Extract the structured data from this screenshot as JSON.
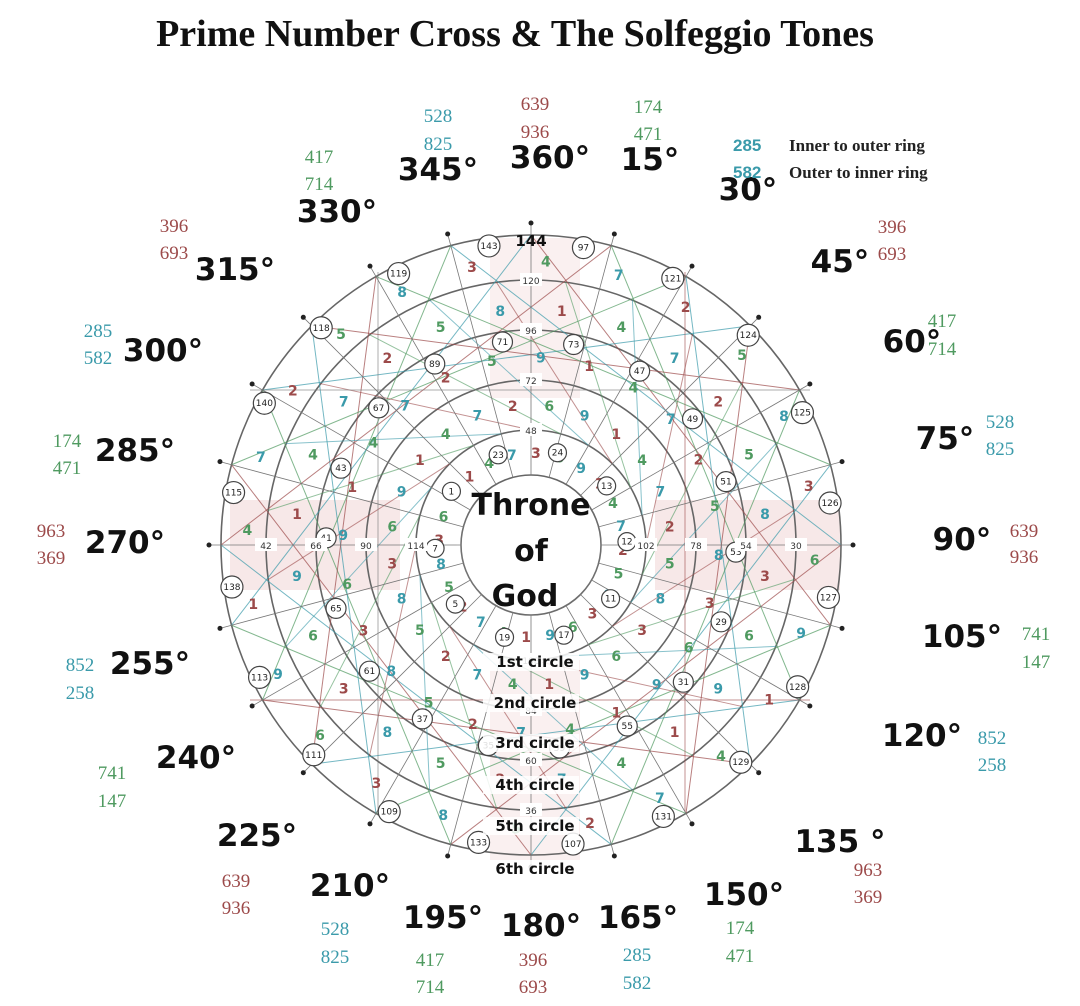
{
  "title": "Prime Number Cross & The Solfeggio Tones",
  "colors": {
    "red": "#9c4a4a",
    "green": "#4f9a60",
    "blue": "#3a9aaa",
    "ring": "#777777"
  },
  "legend": [
    {
      "code": "285",
      "text": "Inner to outer ring",
      "color": "#3a9aaa"
    },
    {
      "code": "582",
      "text": "Outer to inner ring",
      "color": "#3a9aaa"
    }
  ],
  "center": {
    "line1": "Throne",
    "line2": "of",
    "line3": "God"
  },
  "circle_labels": [
    "1st circle",
    "2nd circle",
    "3rd circle",
    "4th circle",
    "5th circle",
    "6th circle"
  ],
  "top_number": "144",
  "angles": [
    {
      "deg": "360°",
      "t1": "639",
      "t2": "936",
      "color": "#9c4a4a"
    },
    {
      "deg": "15°",
      "t1": "174",
      "t2": "471",
      "color": "#4f9a60"
    },
    {
      "deg": "30°",
      "t1": "",
      "t2": "",
      "color": "#3a9aaa"
    },
    {
      "deg": "45°",
      "t1": "396",
      "t2": "693",
      "color": "#9c4a4a"
    },
    {
      "deg": "60°",
      "t1": "417",
      "t2": "714",
      "color": "#4f9a60"
    },
    {
      "deg": "75°",
      "t1": "528",
      "t2": "825",
      "color": "#3a9aaa"
    },
    {
      "deg": "90°",
      "t1": "639",
      "t2": "936",
      "color": "#9c4a4a"
    },
    {
      "deg": "105°",
      "t1": "741",
      "t2": "147",
      "color": "#4f9a60"
    },
    {
      "deg": "120°",
      "t1": "852",
      "t2": "258",
      "color": "#3a9aaa"
    },
    {
      "deg": "135 °",
      "t1": "963",
      "t2": "369",
      "color": "#9c4a4a"
    },
    {
      "deg": "150°",
      "t1": "174",
      "t2": "471",
      "color": "#4f9a60"
    },
    {
      "deg": "165°",
      "t1": "285",
      "t2": "582",
      "color": "#3a9aaa"
    },
    {
      "deg": "180°",
      "t1": "396",
      "t2": "693",
      "color": "#9c4a4a"
    },
    {
      "deg": "195°",
      "t1": "417",
      "t2": "714",
      "color": "#4f9a60"
    },
    {
      "deg": "210°",
      "t1": "528",
      "t2": "825",
      "color": "#3a9aaa"
    },
    {
      "deg": "225°",
      "t1": "639",
      "t2": "936",
      "color": "#9c4a4a"
    },
    {
      "deg": "240°",
      "t1": "741",
      "t2": "147",
      "color": "#4f9a60"
    },
    {
      "deg": "255°",
      "t1": "852",
      "t2": "258",
      "color": "#3a9aaa"
    },
    {
      "deg": "270°",
      "t1": "963",
      "t2": "369",
      "color": "#9c4a4a"
    },
    {
      "deg": "285°",
      "t1": "174",
      "t2": "471",
      "color": "#4f9a60"
    },
    {
      "deg": "300°",
      "t1": "285",
      "t2": "582",
      "color": "#3a9aaa"
    },
    {
      "deg": "315°",
      "t1": "396",
      "t2": "693",
      "color": "#9c4a4a"
    },
    {
      "deg": "330°",
      "t1": "417",
      "t2": "714",
      "color": "#4f9a60"
    },
    {
      "deg": "345°",
      "t1": "528",
      "t2": "825",
      "color": "#3a9aaa"
    }
  ],
  "outer_nodes": [
    "143",
    "97",
    "121",
    "124",
    "125",
    "126",
    "127",
    "128",
    "129",
    "131",
    "107",
    "133",
    "109",
    "111",
    "113",
    "138",
    "115",
    "140",
    "118",
    "119"
  ],
  "inner_nodes": [
    "71",
    "73",
    "47",
    "49",
    "51",
    "53",
    "29",
    "31",
    "55",
    "59",
    "35",
    "37",
    "61",
    "65",
    "41",
    "43",
    "67",
    "89"
  ],
  "center_nodes": [
    "23",
    "24",
    "13",
    "12",
    "11",
    "17",
    "19",
    "5",
    "7",
    "1"
  ],
  "axis_numbers": [
    "120",
    "96",
    "72",
    "48",
    "30",
    "54",
    "78",
    "102",
    "36",
    "60",
    "84",
    "108",
    "42",
    "66",
    "90",
    "114"
  ]
}
